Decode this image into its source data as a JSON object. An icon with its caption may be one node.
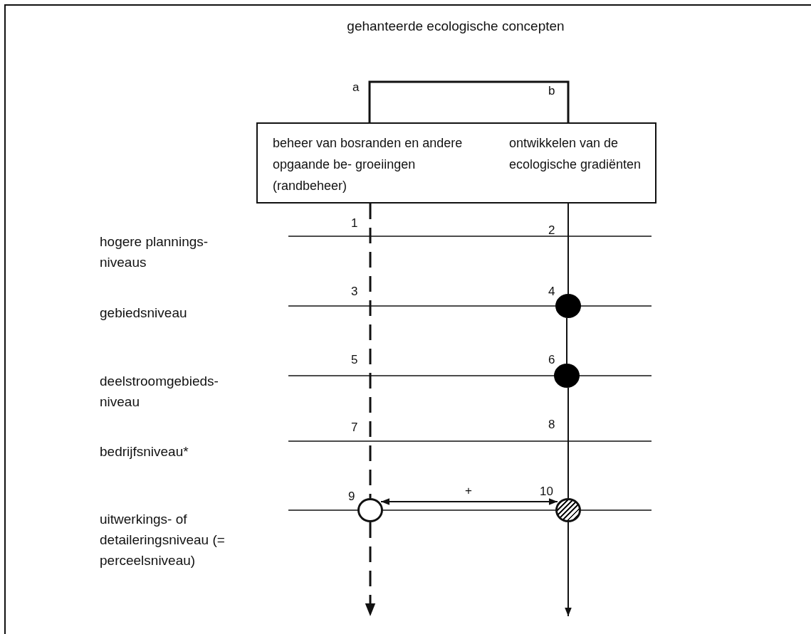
{
  "diagram": {
    "title": "gehanteerde ecologische concepten",
    "nodes": [
      {
        "text": [
          "beheer van bosranden en andere opgaande be- groeiingen (randbeheer)",
          "ontwikkelen van de ecologische gradiënten"
        ]
      },
      {
        "text": [],
        "shape": "circle"
      },
      {
        "text": [],
        "shape": "circle"
      },
      {
        "text": [],
        "shape": "circle"
      },
      {
        "text": [],
        "shape": "circle"
      }
    ],
    "edges": [
      {
        "from": 0,
        "to": 1,
        "arrow": "none"
      },
      {
        "from": 1,
        "to": 2,
        "arrow": "none"
      },
      {
        "from": 2,
        "to": 4,
        "arrow": "none"
      },
      {
        "from": 4,
        "to": null,
        "arrow": "to"
      },
      {
        "from": 0,
        "to": 3,
        "arrow": "none",
        "style": "dashed"
      },
      {
        "from": 3,
        "to": null,
        "arrow": "to",
        "style": "dashed"
      },
      {
        "from": 3,
        "to": 4,
        "arrow": "both",
        "label": "+"
      }
    ],
    "labels": [
      "a",
      "b",
      "1",
      "2",
      "hogere plannings- niveaus",
      "3",
      "4",
      "gebiedsniveau",
      "5",
      "6",
      "deelstroomgebieds- niveau",
      "7",
      "8",
      "bedrijfsniveau*",
      "9",
      "10",
      "uitwerkings- of detaileringsniveau (= perceelsniveau)"
    ]
  }
}
